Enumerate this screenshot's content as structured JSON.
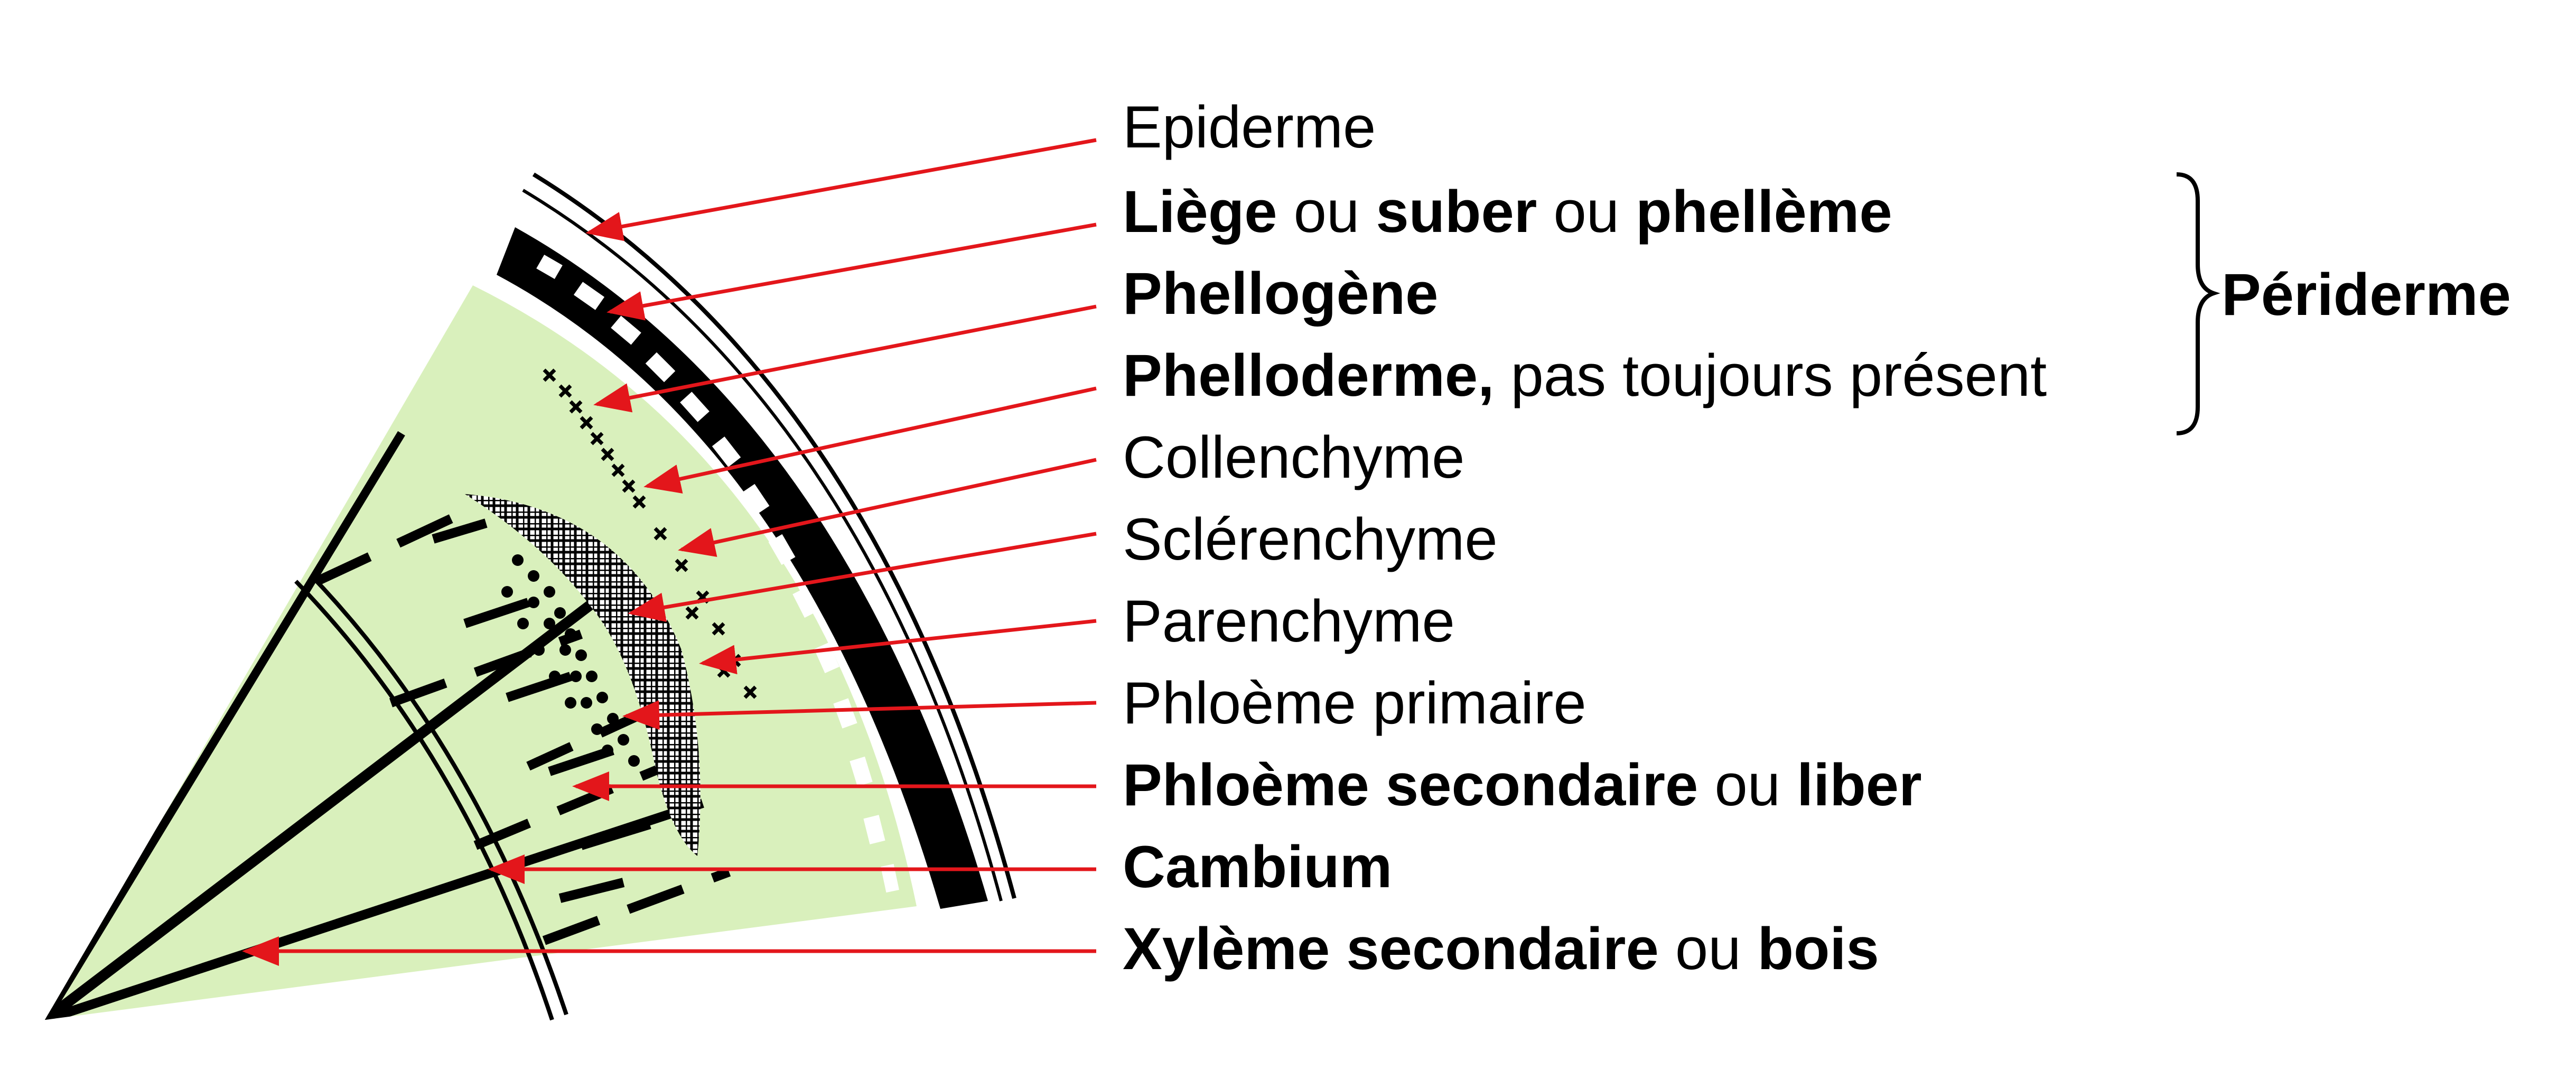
{
  "labels": [
    {
      "id": "epiderme",
      "parts": [
        {
          "t": "Epiderme",
          "b": false
        }
      ]
    },
    {
      "id": "liege",
      "parts": [
        {
          "t": "Liège",
          "b": true
        },
        {
          "t": " ou ",
          "b": false
        },
        {
          "t": "suber",
          "b": true
        },
        {
          "t": " ou ",
          "b": false
        },
        {
          "t": "phellème",
          "b": true
        }
      ]
    },
    {
      "id": "phellogene",
      "parts": [
        {
          "t": "Phellogène",
          "b": true
        }
      ]
    },
    {
      "id": "phelloderme",
      "parts": [
        {
          "t": "Phelloderme,",
          "b": true
        },
        {
          "t": " pas toujours présent",
          "b": false
        }
      ]
    },
    {
      "id": "collenchyme",
      "parts": [
        {
          "t": "Collenchyme",
          "b": false
        }
      ]
    },
    {
      "id": "sclerenchyme",
      "parts": [
        {
          "t": "Sclérenchyme",
          "b": false
        }
      ]
    },
    {
      "id": "parenchyme",
      "parts": [
        {
          "t": "Parenchyme",
          "b": false
        }
      ]
    },
    {
      "id": "phloeme-primaire",
      "parts": [
        {
          "t": "Phloème primaire",
          "b": false
        }
      ]
    },
    {
      "id": "phloeme-secondaire",
      "parts": [
        {
          "t": "Phloème secondaire",
          "b": true
        },
        {
          "t": " ou ",
          "b": false
        },
        {
          "t": "liber",
          "b": true
        }
      ]
    },
    {
      "id": "cambium",
      "parts": [
        {
          "t": "Cambium",
          "b": true
        }
      ]
    },
    {
      "id": "xyleme-secondaire",
      "parts": [
        {
          "t": "Xylème secondaire",
          "b": true
        },
        {
          "t": " ou ",
          "b": false
        },
        {
          "t": "bois",
          "b": true
        }
      ]
    }
  ],
  "group_label": "Périderme",
  "colors": {
    "tissue": "#d9f0bc",
    "arrow": "#e3161b",
    "ink": "#000000",
    "cell": "#ffffff"
  }
}
